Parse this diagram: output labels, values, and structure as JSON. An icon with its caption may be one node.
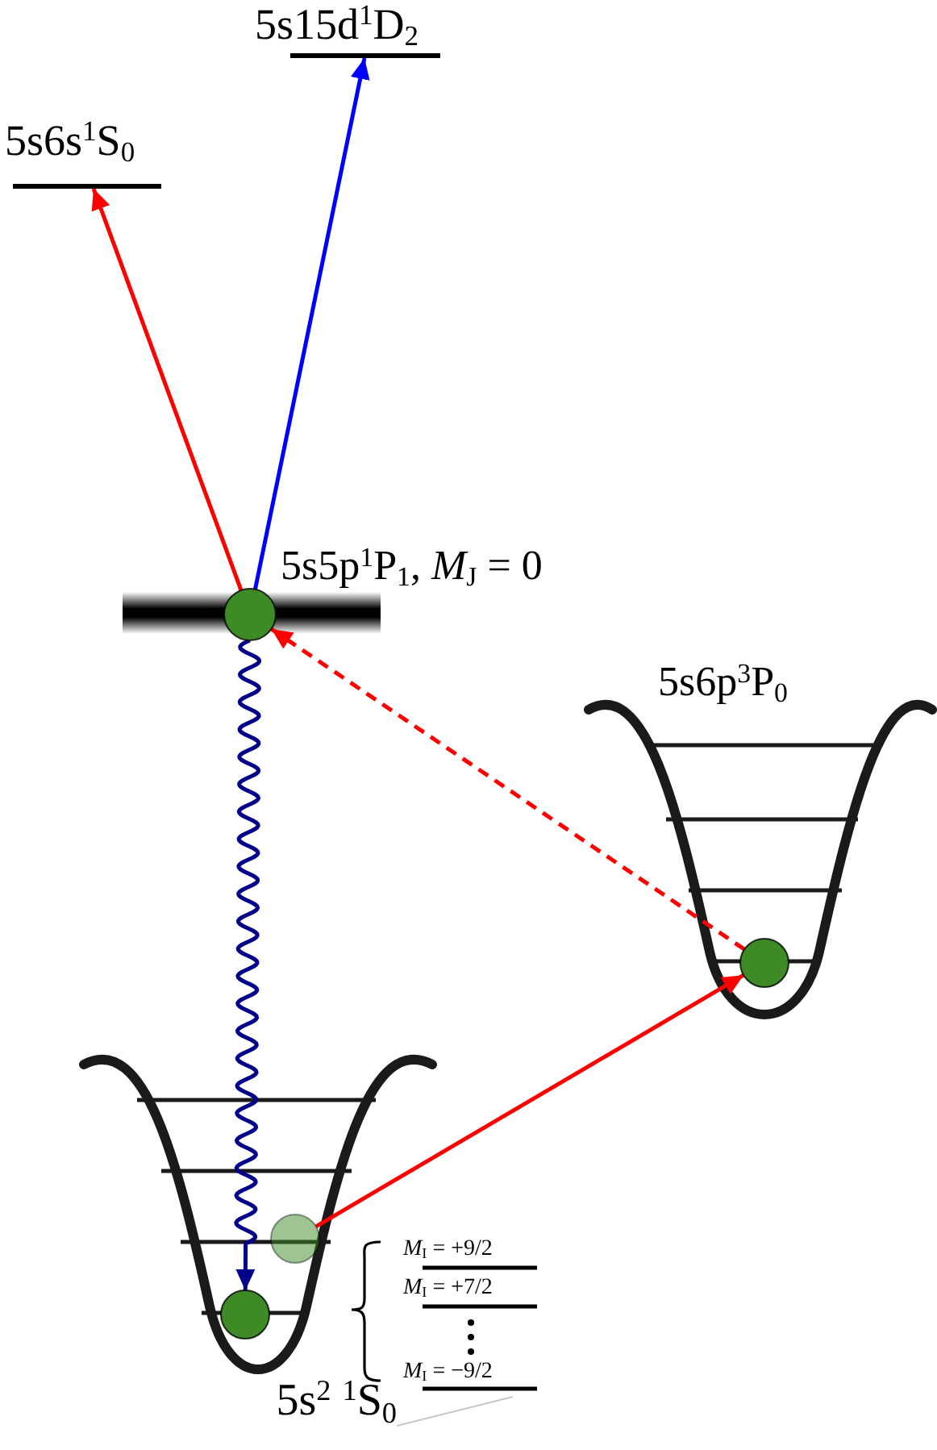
{
  "diagram": {
    "nodes": [
      {
        "text": [
          "5s6s$^{1}$S$_{0}$"
        ]
      },
      {
        "text": [
          "5s15d$^{1}$D$_{2}$"
        ]
      },
      {
        "text": [
          "5s5p$^{1}$P$_{1}$, *M*$_{J}$ = 0"
        ]
      },
      {
        "text": [],
        "shape": "circle"
      },
      {
        "text": [
          "5s6p$^{3}$P$_{0}$"
        ]
      },
      {
        "text": [],
        "shape": "circle"
      },
      {
        "text": [
          "5s$^{2}$ $^{1}$S$_{0}$"
        ]
      },
      {
        "text": [],
        "shape": "circle"
      },
      {
        "text": [],
        "shape": "circle"
      },
      {
        "text": [],
        "shape": "bar"
      }
    ],
    "edges": [
      {
        "from": 3,
        "to": 0,
        "arrow": "to",
        "color": "#ff0000"
      },
      {
        "from": 3,
        "to": 1,
        "arrow": "to",
        "color": "#0000ff"
      },
      {
        "from": 3,
        "to": 8,
        "arrow": "to",
        "color": "#00008b"
      },
      {
        "from": 7,
        "to": 5,
        "arrow": "to",
        "color": "#ff0000"
      },
      {
        "from": 5,
        "to": 3,
        "arrow": "to",
        "style": "dashed",
        "color": "#ff0000"
      },
      {
        "from": null,
        "to": 6,
        "arrow": "none",
        "color": "#c8c8c8"
      }
    ],
    "labels": [
      "*M*$_{I}$ = +9/2",
      "*M*$_{I}$ = +7/2",
      "*M*$_{I}$ = −9/2"
    ]
  }
}
